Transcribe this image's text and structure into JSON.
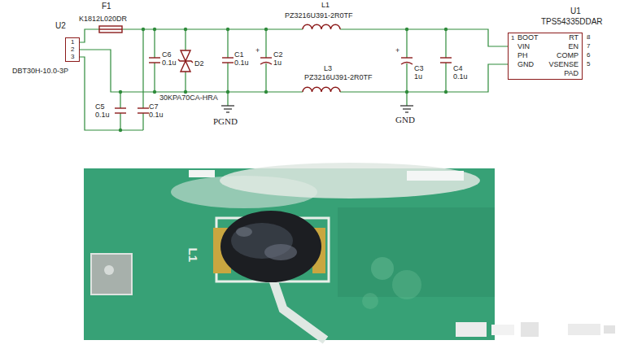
{
  "diagram": {
    "nodes": [
      {
        "text": [
          "U2",
          "1",
          "2",
          "3",
          "DBT30H-10.0-3P"
        ]
      },
      {
        "text": [
          "U1",
          "TPS54335DDAR",
          "1",
          "BOOT",
          "VIN",
          "PH",
          "GND",
          "RT",
          "EN",
          "COMP",
          "VSENSE",
          "PAD",
          "8",
          "7",
          "6",
          "5"
        ]
      }
    ],
    "labels": [
      "F1",
      "K1812L020DR",
      "C6",
      "0.1u",
      "D2",
      "30KPA70CA-HRA",
      "C1",
      "0.1u",
      "+",
      "C2",
      "1u",
      "L1",
      "PZ3216U391-2R0TF",
      "L3",
      "PZ3216U391-2R0TF",
      "+",
      "C3",
      "1u",
      "C4",
      "0.1u",
      "C5",
      "0.1u",
      "C7",
      "0.1u",
      "PGND",
      "GND",
      "L1"
    ]
  }
}
